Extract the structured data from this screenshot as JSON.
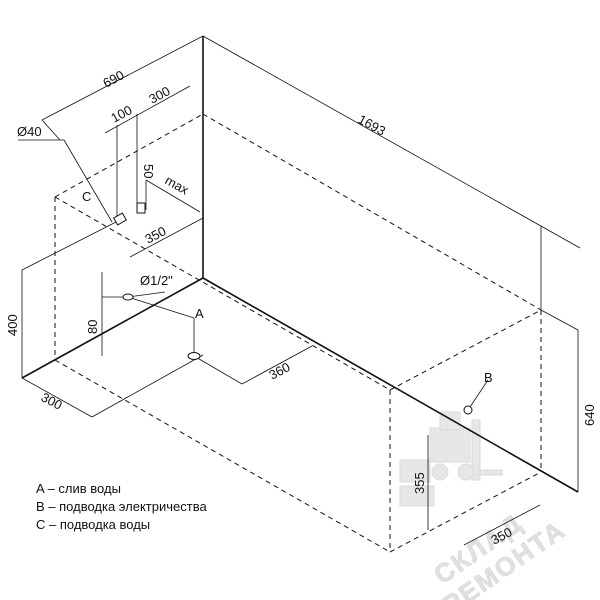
{
  "dimensions": {
    "depth_top": "690",
    "tap_offset": "300",
    "tap_spacing": "100",
    "pipe_diameter": "Ø40",
    "length": "1693",
    "max_depth": "50",
    "max_label": "max",
    "water_offset": "350",
    "thread": "Ø1/2\"",
    "height_total": "400",
    "height_outlet": "80",
    "bottom_width": "300",
    "drain_offset": "360",
    "right_height": "640",
    "pump_height": "355",
    "pump_depth": "350"
  },
  "markers": {
    "drain": "A",
    "electrical": "B",
    "water": "C"
  },
  "legend": [
    "A – слив воды",
    "B – подводка электричества",
    "C – подводка воды"
  ],
  "watermark": "СКЛАД РЕМОНТА"
}
